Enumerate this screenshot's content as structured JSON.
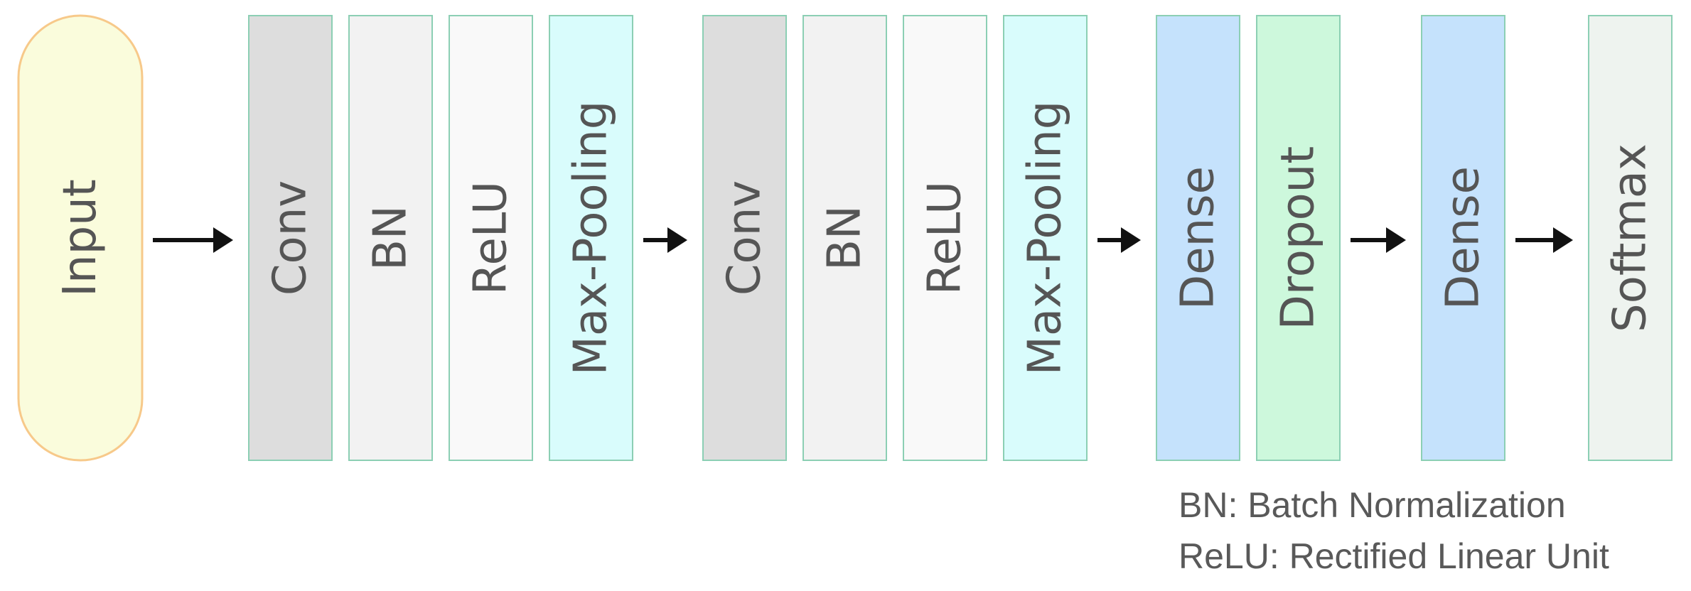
{
  "blocks": [
    {
      "id": "input",
      "label": "Input",
      "shape": "pill",
      "fill": "#fafcdc",
      "stroke": "#f7c98a"
    },
    {
      "id": "conv-1",
      "label": "Conv",
      "shape": "rect",
      "fill": "#dddddd",
      "stroke": "#8ccfb4"
    },
    {
      "id": "bn-1",
      "label": "BN",
      "shape": "rect",
      "fill": "#f2f2f2",
      "stroke": "#8ccfb4"
    },
    {
      "id": "relu-1",
      "label": "ReLU",
      "shape": "rect",
      "fill": "#f9f9f9",
      "stroke": "#8ccfb4"
    },
    {
      "id": "maxpool-1",
      "label": "Max-Pooling",
      "shape": "rect",
      "fill": "#d9fcfc",
      "stroke": "#8ccfb4"
    },
    {
      "id": "conv-2",
      "label": "Conv",
      "shape": "rect",
      "fill": "#dddddd",
      "stroke": "#8ccfb4"
    },
    {
      "id": "bn-2",
      "label": "BN",
      "shape": "rect",
      "fill": "#f2f2f2",
      "stroke": "#8ccfb4"
    },
    {
      "id": "relu-2",
      "label": "ReLU",
      "shape": "rect",
      "fill": "#f9f9f9",
      "stroke": "#8ccfb4"
    },
    {
      "id": "maxpool-2",
      "label": "Max-Pooling",
      "shape": "rect",
      "fill": "#d9fcfc",
      "stroke": "#8ccfb4"
    },
    {
      "id": "dense-1",
      "label": "Dense",
      "shape": "rect",
      "fill": "#c5e2fc",
      "stroke": "#8ccfb4"
    },
    {
      "id": "dropout",
      "label": "Dropout",
      "shape": "rect",
      "fill": "#cdf8dc",
      "stroke": "#8ccfb4"
    },
    {
      "id": "dense-2",
      "label": "Dense",
      "shape": "rect",
      "fill": "#c5e2fc",
      "stroke": "#8ccfb4"
    },
    {
      "id": "softmax",
      "label": "Softmax",
      "shape": "rect",
      "fill": "#eef3ef",
      "stroke": "#8ccfb4"
    }
  ],
  "arrows": [
    {
      "from": "input",
      "to": "conv-1"
    },
    {
      "from": "maxpool-1",
      "to": "conv-2"
    },
    {
      "from": "maxpool-2",
      "to": "dense-1"
    },
    {
      "from": "dropout",
      "to": "dense-2"
    },
    {
      "from": "dense-2",
      "to": "softmax"
    }
  ],
  "legend": [
    "BN: Batch Normalization",
    "ReLU: Rectified Linear Unit"
  ],
  "colors": {
    "arrow": "#111111",
    "label_text": "#555555",
    "legend_text": "#595959"
  }
}
